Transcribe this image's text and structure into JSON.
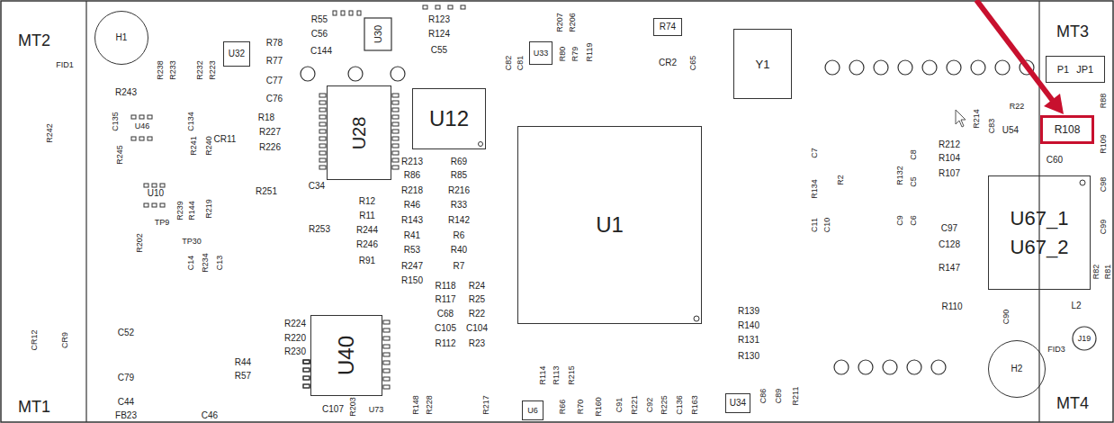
{
  "diagram": {
    "nodes": [
      {
        "text": [
          "H1"
        ]
      },
      {
        "text": [
          "U32"
        ]
      },
      {
        "text": [
          "U33"
        ]
      },
      {
        "text": [
          "R74"
        ]
      },
      {
        "text": [
          "Y1"
        ]
      },
      {
        "text": [
          "P1",
          "JP1"
        ]
      },
      {
        "text": [
          "U28"
        ]
      },
      {
        "text": [
          "U12"
        ]
      },
      {
        "text": [
          "R108"
        ]
      },
      {
        "text": [
          "U1"
        ]
      },
      {
        "text": [
          "U67_1",
          "U67_2"
        ]
      },
      {
        "text": [
          "U40"
        ]
      },
      {
        "text": [
          "H2"
        ]
      },
      {
        "text": [
          "U6"
        ]
      },
      {
        "text": [
          "U34"
        ]
      }
    ],
    "labels": [
      "MT2",
      "FID1",
      "R78",
      "R77",
      "C77",
      "C76",
      "R55",
      "C56",
      "C144",
      "U30",
      "R123",
      "R124",
      "C55",
      "C82",
      "C81",
      "R207",
      "R206",
      "R80",
      "R79",
      "R119",
      "CR2",
      "C65",
      "MT3",
      "R238",
      "R233",
      "R232",
      "R223",
      "R243",
      "R242",
      "C135",
      "U46",
      "C134",
      "R245",
      "R241",
      "R240",
      "CR11",
      "R18",
      "R227",
      "R226",
      "C34",
      "R214",
      "C83",
      "U54",
      "R22",
      "R88",
      "C60",
      "R109",
      "C98",
      "C99",
      "R82",
      "R81",
      "U10",
      "TP9",
      "TP30",
      "R239",
      "R144",
      "R219",
      "R202",
      "C14",
      "R234",
      "C13",
      "R251",
      "R12",
      "R11",
      "R244",
      "R246",
      "R91",
      "R253",
      "R213",
      "R86",
      "R218",
      "R46",
      "R143",
      "R41",
      "R53",
      "R247",
      "R150",
      "R69",
      "R85",
      "R216",
      "R33",
      "R142",
      "R6",
      "R40",
      "R7",
      "R118",
      "R24",
      "R117",
      "R25",
      "C68",
      "R22",
      "C105",
      "C104",
      "R112",
      "R23",
      "C7",
      "R134",
      "R2",
      "C11",
      "C10",
      "R132",
      "C8",
      "C5",
      "C9",
      "C6",
      "R212",
      "R104",
      "R107",
      "C97",
      "C128",
      "R147",
      "R110",
      "C90",
      "L2",
      "J19",
      "FID3",
      "R139",
      "R140",
      "R131",
      "R130",
      "CR12",
      "CR9",
      "C52",
      "C79",
      "C44",
      "FB23",
      "C46",
      "R44",
      "R57",
      "R224",
      "R220",
      "R230",
      "C107",
      "R203",
      "U73",
      "R148",
      "R228",
      "R217",
      "R114",
      "R113",
      "R215",
      "R66",
      "R70",
      "R160",
      "C91",
      "R221",
      "C92",
      "R225",
      "C136",
      "R163",
      "C86",
      "C89",
      "R211",
      "MT1",
      "MT4"
    ]
  }
}
